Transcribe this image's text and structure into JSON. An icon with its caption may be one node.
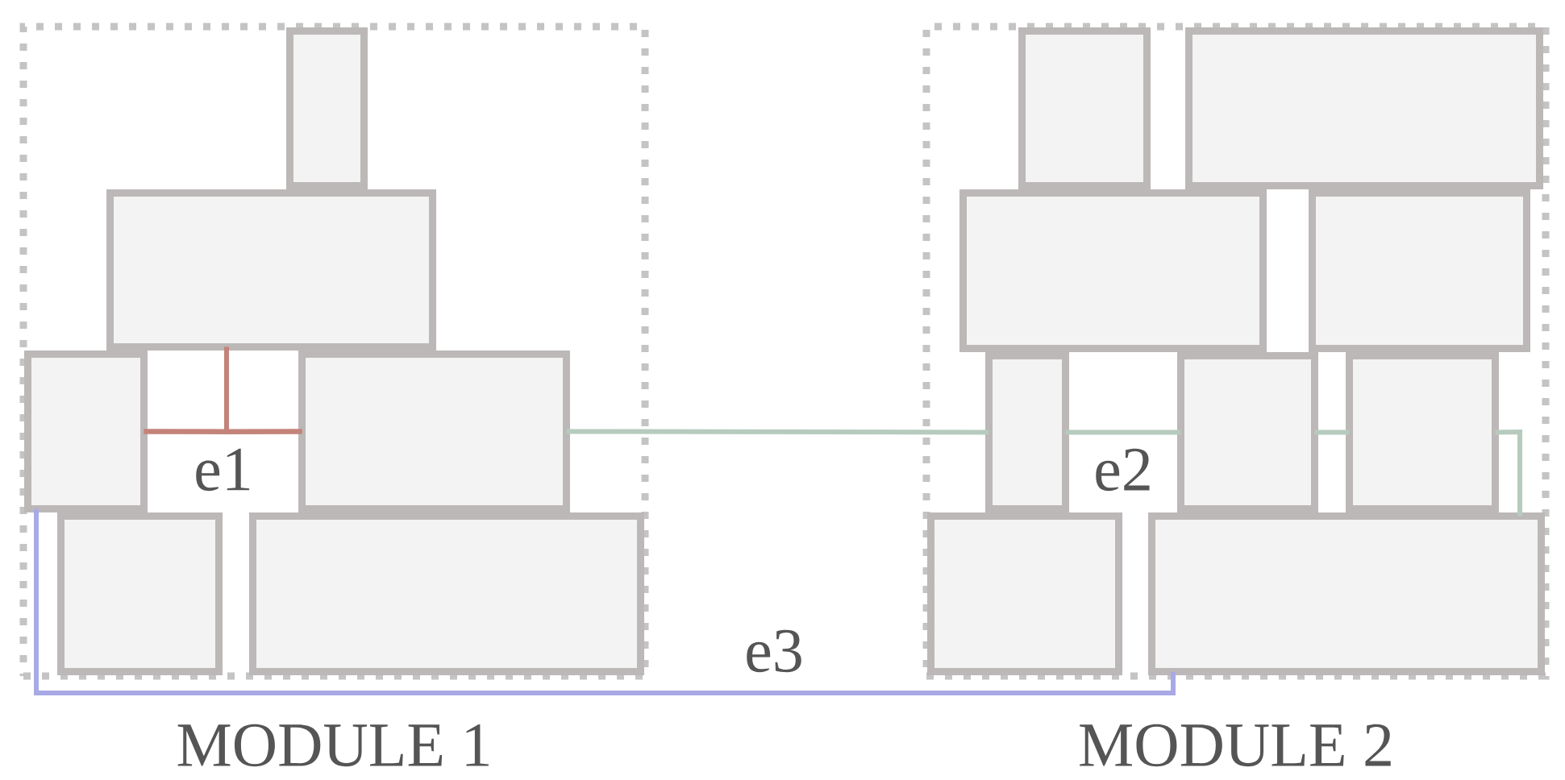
{
  "diagram": {
    "nodes": [
      {
        "text": [
          "MODULE 1"
        ]
      },
      {
        "text": [],
        "shape": "box",
        "in": 0
      },
      {
        "text": [],
        "shape": "box",
        "in": 0
      },
      {
        "text": [],
        "shape": "box",
        "in": 0
      },
      {
        "text": [],
        "shape": "box",
        "in": 0
      },
      {
        "text": [],
        "shape": "box",
        "in": 0
      },
      {
        "text": [],
        "shape": "box",
        "in": 0
      },
      {
        "text": [
          "MODULE 2"
        ]
      },
      {
        "text": [],
        "shape": "box",
        "in": 7
      },
      {
        "text": [],
        "shape": "box",
        "in": 7
      },
      {
        "text": [],
        "shape": "box",
        "in": 7
      },
      {
        "text": [],
        "shape": "box",
        "in": 7
      },
      {
        "text": [],
        "shape": "box",
        "in": 7
      },
      {
        "text": [],
        "shape": "box",
        "in": 7
      },
      {
        "text": [],
        "shape": "box",
        "in": 7
      },
      {
        "text": [],
        "shape": "box",
        "in": 7
      },
      {
        "text": [],
        "shape": "box",
        "in": 7
      }
    ],
    "edges": [
      {
        "from": 3,
        "to": 4,
        "arrow": "none",
        "label": "e1",
        "color": "#c4837a"
      },
      {
        "from": 2,
        "to": 3,
        "arrow": "none",
        "color": "#c4837a"
      },
      {
        "from": 2,
        "to": 4,
        "arrow": "none",
        "color": "#c4837a"
      },
      {
        "from": 4,
        "to": 12,
        "arrow": "none",
        "color": "#b6cbbd"
      },
      {
        "from": 12,
        "to": 13,
        "arrow": "none",
        "label": "e2",
        "color": "#b6cbbd"
      },
      {
        "from": 13,
        "to": 14,
        "arrow": "none",
        "color": "#b6cbbd"
      },
      {
        "from": 14,
        "to": 16,
        "arrow": "none",
        "color": "#b6cbbd"
      },
      {
        "from": 3,
        "to": 16,
        "arrow": "none",
        "label": "e3",
        "color": "#a9a9e6"
      }
    ]
  }
}
